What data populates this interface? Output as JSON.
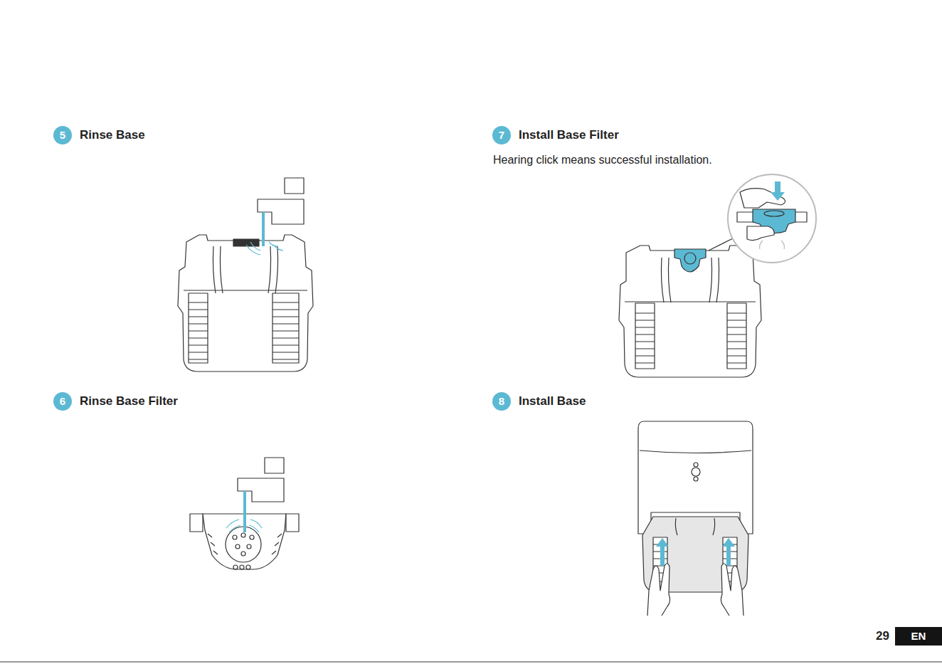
{
  "diagram": {
    "nodes": [
      {
        "text": [
          "5",
          "Rinse Base"
        ]
      },
      {
        "text": [
          "6",
          "Rinse Base Filter"
        ]
      },
      {
        "text": [
          "7",
          "Install Base Filter"
        ]
      },
      {
        "text": [
          "8",
          "Install Base"
        ]
      },
      {
        "text": [
          "EN"
        ]
      }
    ],
    "labels": [
      "Hearing click means successful installation.",
      "29"
    ]
  }
}
